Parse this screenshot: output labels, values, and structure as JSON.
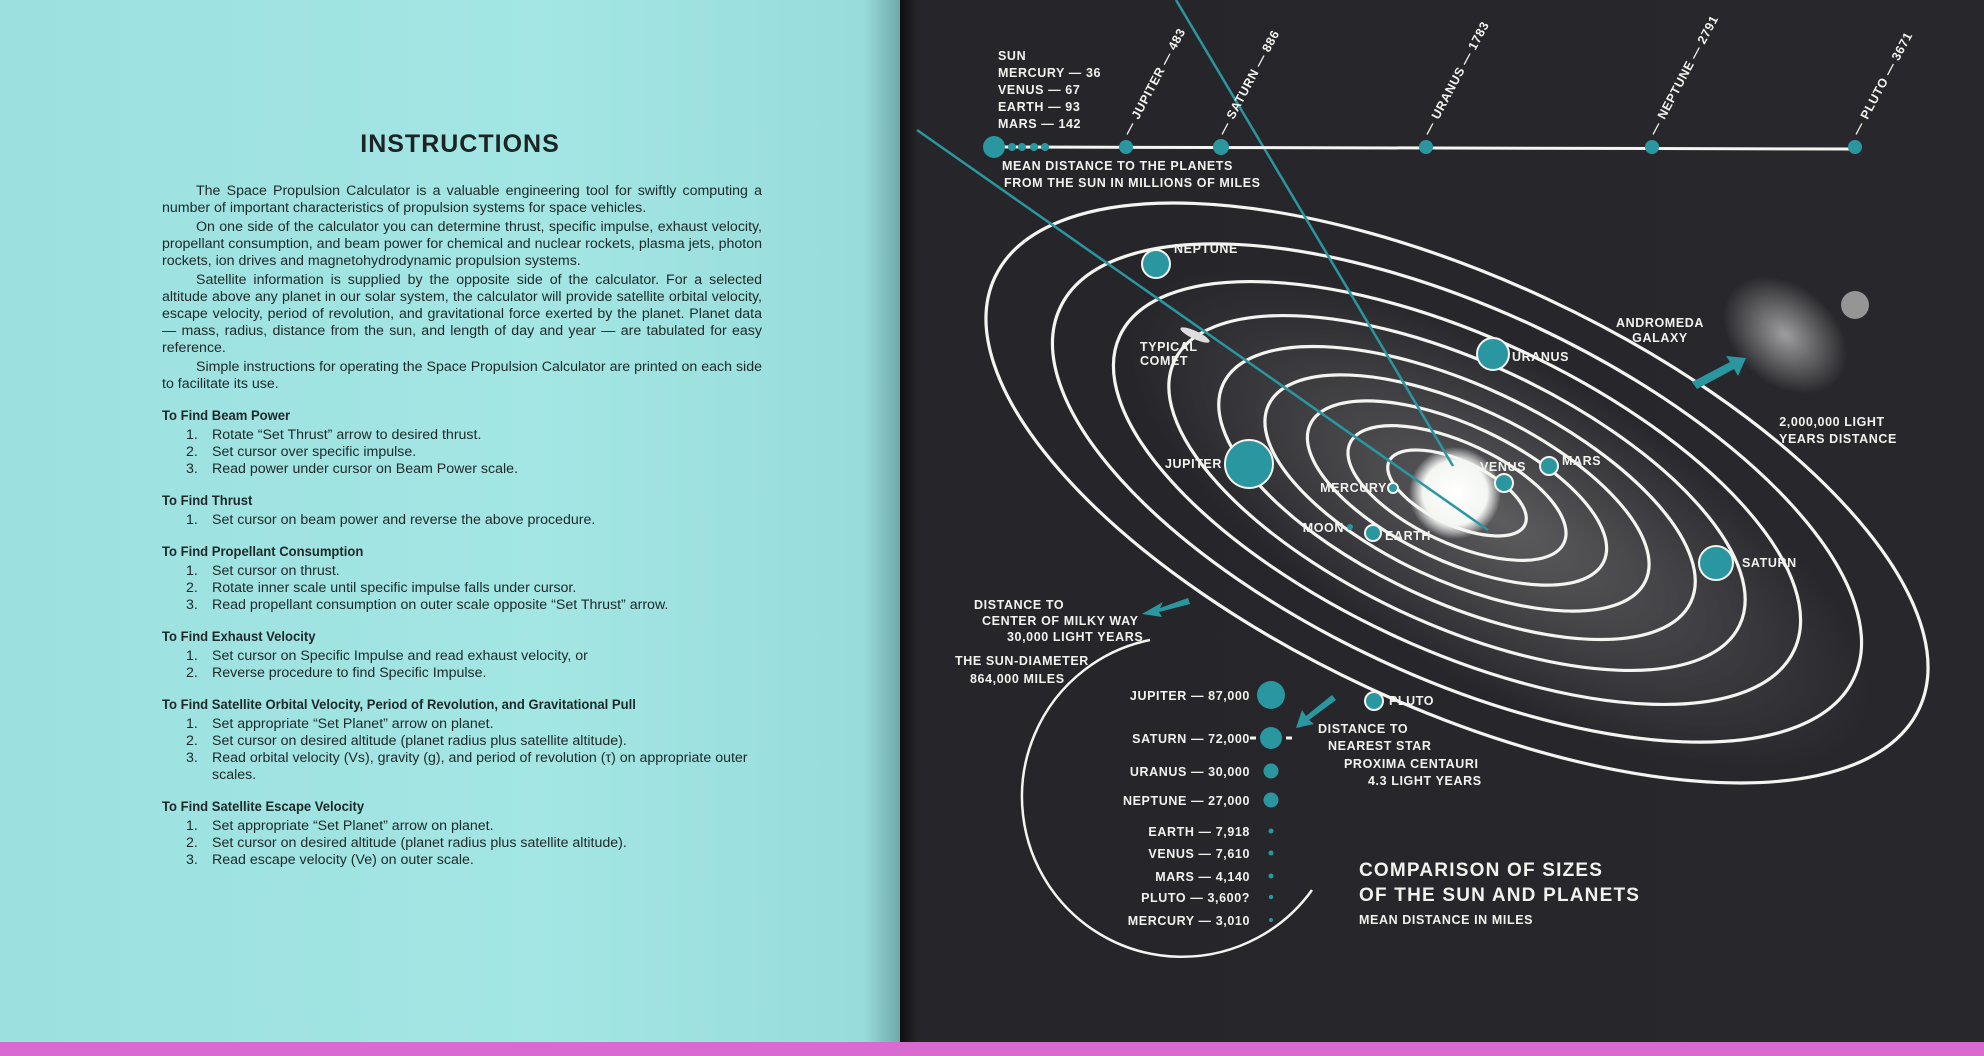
{
  "instructions": {
    "title": "INSTRUCTIONS",
    "intro": [
      "The Space Propulsion Calculator is a valuable engineering tool for swiftly computing a number of important characteristics of propulsion systems for space vehicles.",
      "On one side of the calculator you can determine thrust, specific impulse, exhaust velocity, propellant consumption, and beam power for chemical and nuclear rockets, plasma jets, photon rockets, ion drives and magnetohydrodynamic propulsion systems.",
      "Satellite information is supplied by the opposite side of the calculator. For a selected altitude above any planet in our solar system, the calculator will provide satellite orbital velocity, escape velocity, period of revolution, and gravitational force exerted by the planet. Planet data — mass, radius, distance from the sun, and length of day and year — are tabulated for easy reference.",
      "Simple instructions for operating the Space Propulsion Calculator are printed on each side to facilitate its use."
    ],
    "sections": [
      {
        "heading": "To Find Beam Power",
        "steps": [
          "Rotate “Set Thrust” arrow to desired thrust.",
          "Set cursor over specific impulse.",
          "Read power under cursor on Beam Power scale."
        ]
      },
      {
        "heading": "To Find Thrust",
        "steps": [
          "Set cursor on beam power and reverse the above procedure."
        ]
      },
      {
        "heading": "To Find Propellant Consumption",
        "steps": [
          "Set cursor on thrust.",
          "Rotate inner scale until specific impulse falls under cursor.",
          "Read propellant consumption on outer scale opposite “Set Thrust” arrow."
        ]
      },
      {
        "heading": "To Find Exhaust Velocity",
        "steps": [
          "Set cursor on Specific Impulse and read exhaust velocity, or",
          "Reverse procedure to find Specific Impulse."
        ]
      },
      {
        "heading": "To Find Satellite Orbital Velocity, Period of Revolution, and Gravitational Pull",
        "steps": [
          "Set appropriate “Set Planet” arrow on planet.",
          "Set cursor on desired altitude (planet radius plus satellite altitude).",
          "Read orbital velocity (Vs), gravity (g), and period of revolution (τ) on appropriate outer scales."
        ]
      },
      {
        "heading": "To Find Satellite Escape Velocity",
        "steps": [
          "Set appropriate “Set Planet” arrow on planet.",
          "Set cursor on desired altitude (planet radius plus satellite altitude).",
          "Read escape velocity (Ve) on outer scale."
        ]
      }
    ]
  },
  "diagram": {
    "distance_scale": {
      "labels": [
        "SUN",
        "MERCURY — 36",
        "VENUS — 67",
        "EARTH — 93",
        "MARS — 142",
        "JUPITER — 483",
        "SATURN — 886",
        "URANUS — 1783",
        "NEPTUNE — 2791",
        "PLUTO — 3671"
      ],
      "caption_line1": "MEAN DISTANCE TO THE PLANETS",
      "caption_line2": "FROM THE SUN IN MILLIONS OF MILES"
    },
    "orbit_labels": {
      "neptune": "NEPTUNE",
      "uranus": "URANUS",
      "jupiter": "JUPITER",
      "mercury": "MERCURY",
      "venus": "VENUS",
      "mars": "MARS",
      "moon": "MOON",
      "earth": "EARTH",
      "saturn": "SATURN",
      "pluto": "PLUTO",
      "comet_line1": "TYPICAL",
      "comet_line2": "COMET"
    },
    "andromeda": {
      "line1": "ANDROMEDA",
      "line2": "GALAXY",
      "dist1": "2,000,000 LIGHT",
      "dist2": "YEARS DISTANCE"
    },
    "milky_way": {
      "line1": "DISTANCE TO",
      "line2": "CENTER OF MILKY WAY",
      "line3": "30,000 LIGHT YEARS"
    },
    "sun_diameter": {
      "line1": "THE SUN-DIAMETER",
      "line2": "864,000 MILES"
    },
    "nearest_star": {
      "line1": "DISTANCE TO",
      "line2": "NEAREST STAR",
      "line3": "PROXIMA CENTAURI",
      "line4": "4.3 LIGHT YEARS"
    },
    "sizes": [
      "JUPITER — 87,000",
      "SATURN — 72,000",
      "URANUS — 30,000",
      "NEPTUNE — 27,000",
      "EARTH — 7,918",
      "VENUS — 7,610",
      "MARS — 4,140",
      "PLUTO — 3,600?",
      "MERCURY — 3,010"
    ],
    "comparison": {
      "line1": "COMPARISON OF SIZES",
      "line2": "OF THE SUN AND PLANETS",
      "line3": "MEAN DISTANCE IN MILES"
    },
    "colors": {
      "planet": "#2a97a0",
      "page": "#26262a",
      "paper": "#a0e4e2"
    }
  }
}
